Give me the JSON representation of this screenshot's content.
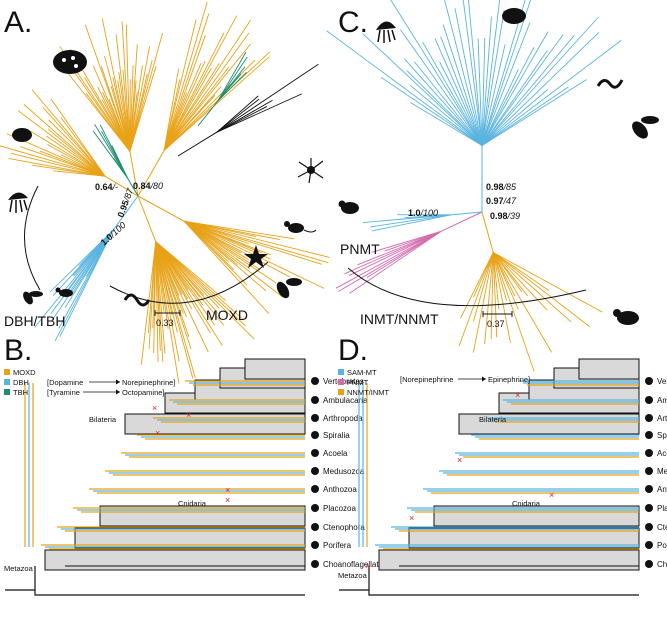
{
  "panels": {
    "a": {
      "letter": "A.",
      "clades": {
        "dbh": "DBH/TBH",
        "moxd": "MOXD"
      },
      "support": [
        {
          "b": "0.64",
          "i": "/-"
        },
        {
          "b": "0.84",
          "i": "/80"
        },
        {
          "b": "0.95",
          "i": "/87"
        },
        {
          "b": "1.0",
          "i": "/100"
        }
      ],
      "scale": "0.33"
    },
    "c": {
      "letter": "C.",
      "clades": {
        "pnmt": "PNMT",
        "inmt": "INMT/NNMT"
      },
      "support": [
        {
          "b": "0.98",
          "i": "/85"
        },
        {
          "b": "0.97",
          "i": "/47"
        },
        {
          "b": "1.0",
          "i": "/100"
        },
        {
          "b": "0.98",
          "i": "/39"
        }
      ],
      "scale": "0.37"
    },
    "b": {
      "letter": "B.",
      "legend": [
        {
          "label": "MOXD",
          "color": "#E8A217"
        },
        {
          "label": "DBH",
          "color": "#5AB4E0"
        },
        {
          "label": "TBH",
          "color": "#1E8E6E"
        }
      ],
      "reactions": [
        "[Dopamine",
        "Norepinephrine]",
        "[Tyramine",
        "Octopamine]"
      ],
      "nodes": {
        "bilateria": "Bilateria",
        "cnidaria": "Cnidaria",
        "metazoa": "Metazoa"
      }
    },
    "d": {
      "letter": "D.",
      "legend": [
        {
          "label": "SAM-MT",
          "color": "#5AB4E0"
        },
        {
          "label": "PNMT",
          "color": "#D36BAE"
        },
        {
          "label": "NNMT/INMT",
          "color": "#E8A217"
        }
      ],
      "reactions": [
        "[Norepinephrine",
        "Epinephrine]"
      ],
      "nodes": {
        "bilateria": "Bilateria",
        "cnidaria": "Cnidaria",
        "metazoa": "Metazoa"
      }
    }
  },
  "taxa": [
    "Vertebrates",
    "Ambulacaria",
    "Arthropoda",
    "Spiralia",
    "Acoela",
    "Medusozoa",
    "Anthozoa",
    "Placozoa",
    "Ctenophora",
    "Porifera",
    "Choanoflagellates"
  ],
  "colors": {
    "moxd": "#E8A217",
    "dbh": "#5AB4E0",
    "tbh": "#1E8E6E",
    "pnmt": "#D36BAE",
    "samt": "#5AB4E0",
    "loss": "#E02020",
    "grey": "#D9D9D9"
  }
}
